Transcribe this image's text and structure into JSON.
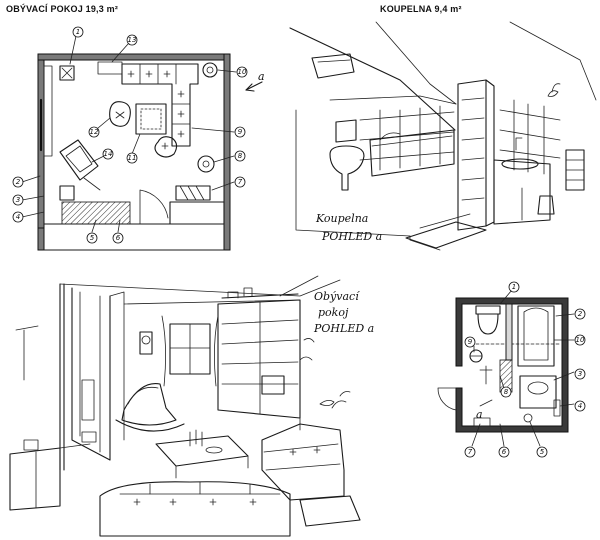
{
  "panels": {
    "living_plan": {
      "title": "OBÝVACÍ POKOJ 19,3 m²",
      "view_marker": "a",
      "labels": [
        "1",
        "2",
        "3",
        "4",
        "5",
        "6",
        "7",
        "8",
        "9",
        "10",
        "11",
        "12",
        "13",
        "14"
      ]
    },
    "bath_view": {
      "title": "KOUPELNA 9,4 m²",
      "caption_line1": "Koupelna",
      "caption_line2": "POHLED a"
    },
    "living_view": {
      "caption_line1": "Obývací",
      "caption_line2": "pokoj",
      "caption_line3": "POHLED a"
    },
    "bath_plan": {
      "labels": [
        "1",
        "2",
        "3",
        "4",
        "5",
        "6",
        "7",
        "8",
        "9",
        "10"
      ],
      "view_marker": "a"
    }
  },
  "colors": {
    "ink": "#1a1a1a",
    "wall_fill": "#7a7a7a",
    "background": "#ffffff"
  }
}
